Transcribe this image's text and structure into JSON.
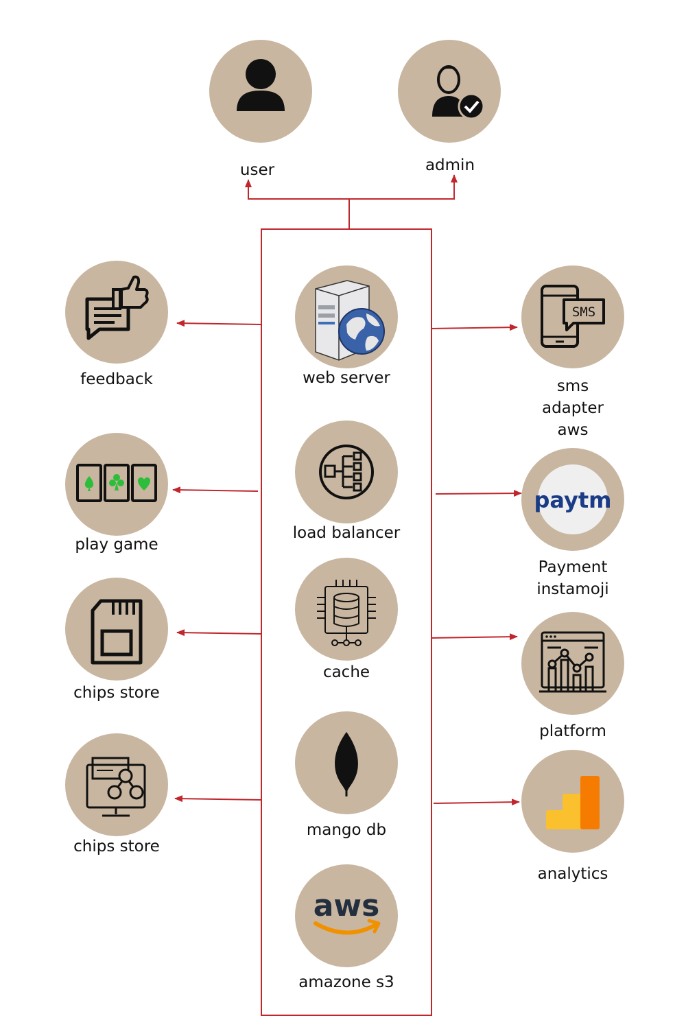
{
  "colors": {
    "node_fill": "#c8b6a0",
    "connector": "#c0272d",
    "icon": "#111111",
    "card_suit": "#2ebd3a",
    "paytm_dark": "#1a3b86",
    "paytm_light": "#22b4e8",
    "aws_orange": "#f29100",
    "analytics_yellow": "#fbc02d",
    "analytics_orange": "#f57c00"
  },
  "nodes": {
    "user": {
      "label": "user",
      "icon": "person-icon"
    },
    "admin": {
      "label": "admin",
      "icon": "admin-verified-icon"
    },
    "feedback": {
      "label": "feedback",
      "icon": "feedback-thumbs-up-icon"
    },
    "play_game": {
      "label": "play game",
      "icon": "playing-cards-icon"
    },
    "chips_store_1": {
      "label": "chips store",
      "icon": "sim-card-icon"
    },
    "chips_store_2": {
      "label": "chips store",
      "icon": "computer-network-icon"
    },
    "web_server": {
      "label": "web server",
      "icon": "server-globe-icon"
    },
    "load_balancer": {
      "label": "load balancer",
      "icon": "load-balancer-icon"
    },
    "cache": {
      "label": "cache",
      "icon": "database-chip-icon"
    },
    "mango_db": {
      "label": "mango db",
      "icon": "mongodb-leaf-icon"
    },
    "amazone_s3": {
      "label": "amazone s3",
      "icon": "aws-logo-icon",
      "logo_text": "aws"
    },
    "sms": {
      "label": "sms\nadapter\naws",
      "icon": "sms-phone-icon",
      "badge_text": "SMS"
    },
    "payment": {
      "label": "Payment\ninstamoji",
      "icon": "paytm-logo-icon",
      "logo_text": "paytm"
    },
    "platform": {
      "label": "platform",
      "icon": "analytics-dashboard-icon"
    },
    "analytics": {
      "label": "analytics",
      "icon": "google-analytics-icon"
    }
  }
}
